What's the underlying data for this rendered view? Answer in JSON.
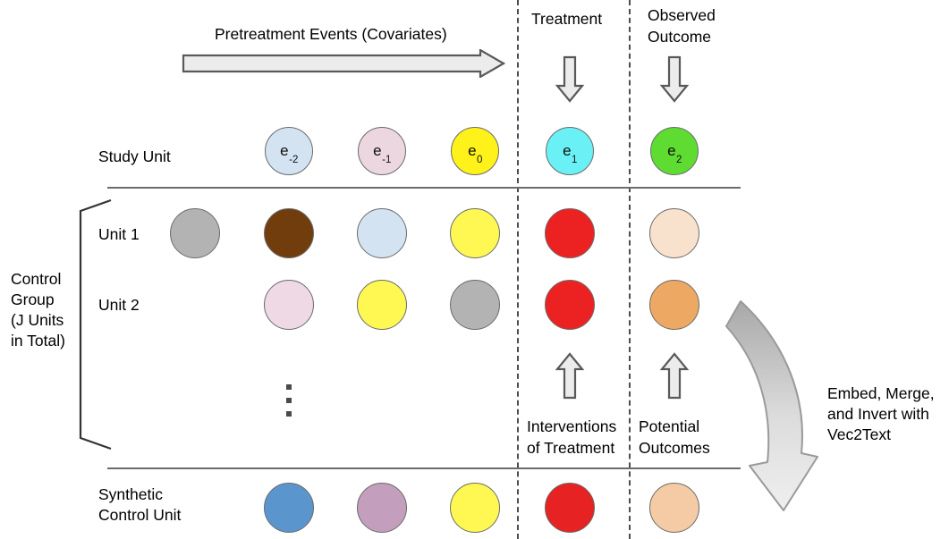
{
  "figure": {
    "title_hidden": "",
    "headers": {
      "pretreatment": "Pretreatment Events (Covariates)",
      "treatment": "Treatment",
      "observed_outcome_line1": "Observed",
      "observed_outcome_line2": "Outcome"
    },
    "row_labels": {
      "study_unit": "Study Unit",
      "unit_1": "Unit 1",
      "unit_2": "Unit 2",
      "synthetic_line1": "Synthetic",
      "synthetic_line2": "Control Unit"
    },
    "control_group_label": {
      "line1": "Control",
      "line2": "Group",
      "line3": "(J Units",
      "line4": "in Total)"
    },
    "bottom_labels": {
      "interventions_line1": "Interventions",
      "interventions_line2": "of Treatment",
      "potential_line1": "Potential",
      "potential_line2": "Outcomes"
    },
    "side_note": {
      "line1": "Embed, Merge,",
      "line2": "and Invert with",
      "line3": "Vec2Text"
    },
    "study_unit_events": [
      {
        "name": "e-2",
        "base": "e",
        "sub": "-2",
        "color": "#d3e3f2"
      },
      {
        "name": "e-1",
        "base": "e",
        "sub": "-1",
        "color": "#ecd7e1"
      },
      {
        "name": "e0",
        "base": "e",
        "sub": "0",
        "color": "#fff11a"
      },
      {
        "name": "e1",
        "base": "e",
        "sub": "1",
        "color": "#6af1f5"
      },
      {
        "name": "e2",
        "base": "e",
        "sub": "2",
        "color": "#5fdc32"
      }
    ],
    "unit_1_colors": [
      "#b3b3b3",
      "#713d0d",
      "#d3e3f2",
      "#fff852",
      "#ec2222",
      "#f9e2cd"
    ],
    "unit_2_colors": [
      "#eed9e4",
      "#fff852",
      "#b3b3b3",
      "#ec2222",
      "#eda964"
    ],
    "synthetic_colors": [
      "#5b95cd",
      "#c39fbd",
      "#fff852",
      "#e62222",
      "#f4cba4"
    ],
    "palette": {
      "line": "#6b6b6b",
      "dash": "#4d4d4d",
      "arrow_fill": "#ececec",
      "arrow_stroke": "#595959",
      "text": "#000000"
    },
    "icons": {
      "right_block_arrow": "arrow-right-block",
      "down_block_arrow": "arrow-down-block",
      "up_block_arrow": "arrow-up-block",
      "curved_arrow": "arrow-curved-down",
      "vertical_ellipsis": "vertical-ellipsis",
      "left_brace": "left-brace"
    }
  }
}
